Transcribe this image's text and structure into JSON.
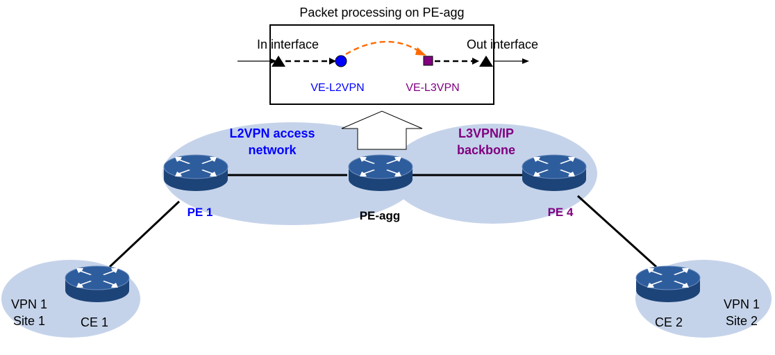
{
  "detail_box": {
    "title": "Packet processing on PE-agg",
    "in_interface": "In interface",
    "out_interface": "Out interface",
    "ve_l2vpn": "VE-L2VPN",
    "ve_l3vpn": "VE-L3VPN"
  },
  "networks": {
    "l2vpn_line1": "L2VPN access",
    "l2vpn_line2": "network",
    "l3vpn_line1": "L3VPN/IP",
    "l3vpn_line2": "backbone"
  },
  "devices": {
    "pe1": "PE 1",
    "pe_agg": "PE-agg",
    "pe4": "PE 4",
    "ce1": "CE 1",
    "ce2": "CE 2"
  },
  "sites": {
    "left_line1": "VPN 1",
    "left_line2": "Site 1",
    "right_line1": "VPN 1",
    "right_line2": "Site 2"
  },
  "colors": {
    "cloud": "#c5d3ea",
    "router_top": "#2e5d9d",
    "router_side": "#1d4478",
    "l2vpn_text": "#0000ff",
    "l3vpn_text": "#800080",
    "dash_arrow": "#ff6a00",
    "ve_l2vpn_dot": "#0000ff",
    "ve_l3vpn_square": "#800080"
  }
}
